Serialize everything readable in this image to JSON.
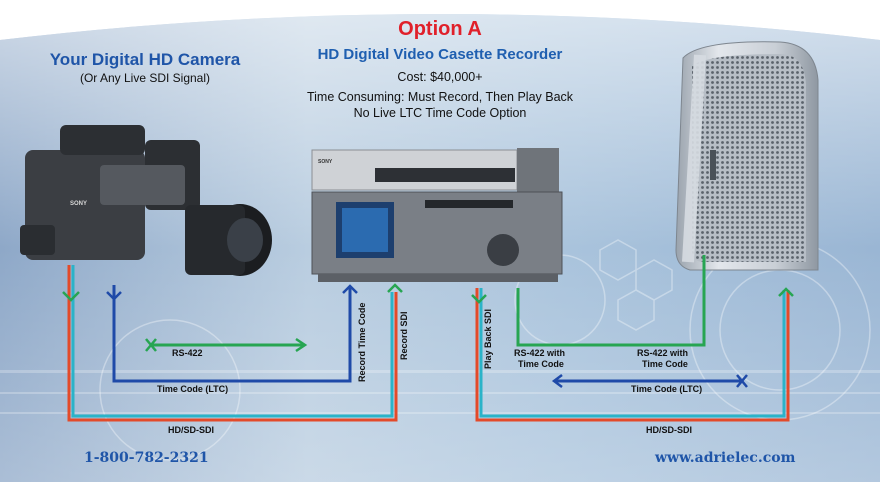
{
  "colors": {
    "red_line": "#e34a2a",
    "teal_line": "#2bb3c8",
    "blue_line": "#1f4aa8",
    "green_line": "#27a552",
    "title_red": "#e0202a",
    "title_blue": "#1f5fb0",
    "text_blue": "#1f55a8"
  },
  "header": {
    "option": "Option A",
    "recorder": "HD Digital Video Casette Recorder",
    "cost": "Cost: $40,000+",
    "note_1": "Time Consuming: Must Record, Then Play Back",
    "note_2": "No Live LTC Time Code Option"
  },
  "camera": {
    "title": "Your Digital HD Camera",
    "subtitle": "(Or Any Live SDI Signal)"
  },
  "labels": {
    "rs422": "RS-422",
    "time_code_left": "Time Code (LTC)",
    "hdsdi_left": "HD/SD-SDI",
    "record_time_code": "Record Time Code",
    "record_sdi": "Record SDI",
    "play_back_sdi": "Play Back SDI",
    "rs422_with_tc_1": "RS-422 with",
    "rs422_with_tc_2": "Time Code",
    "rs422_with_tc_right_1": "RS-422 with",
    "rs422_with_tc_right_2": "Time Code",
    "time_code_right": "Time Code (LTC)",
    "hdsdi_right": "HD/SD-SDI"
  },
  "footer": {
    "phone": "1-800-782-2321",
    "website": "www.adrielec.com"
  },
  "device_labels": {
    "sony_camera": "SONY",
    "sony_deck": "SONY"
  }
}
